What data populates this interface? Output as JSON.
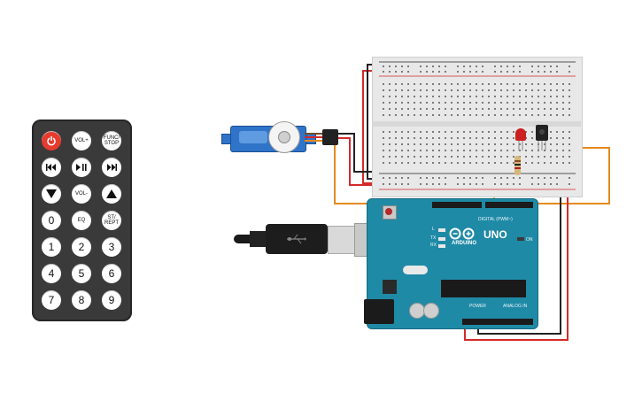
{
  "remote": {
    "buttons": [
      {
        "id": "power",
        "label": ""
      },
      {
        "id": "vol_up",
        "label": "VOL+"
      },
      {
        "id": "func_stop",
        "label": "FUNC/ STOP"
      },
      {
        "id": "rewind",
        "label": ""
      },
      {
        "id": "play_pause",
        "label": ""
      },
      {
        "id": "fast_forward",
        "label": ""
      },
      {
        "id": "down",
        "label": ""
      },
      {
        "id": "vol_down",
        "label": "VOL-"
      },
      {
        "id": "up",
        "label": ""
      },
      {
        "id": "zero",
        "label": "0"
      },
      {
        "id": "eq",
        "label": "EQ"
      },
      {
        "id": "st_rept",
        "label": "ST/ REPT"
      },
      {
        "id": "one",
        "label": "1"
      },
      {
        "id": "two",
        "label": "2"
      },
      {
        "id": "three",
        "label": "3"
      },
      {
        "id": "four",
        "label": "4"
      },
      {
        "id": "five",
        "label": "5"
      },
      {
        "id": "six",
        "label": "6"
      },
      {
        "id": "seven",
        "label": "7"
      },
      {
        "id": "eight",
        "label": "8"
      },
      {
        "id": "nine",
        "label": "9"
      }
    ]
  },
  "arduino": {
    "brand": "ARDUINO",
    "model": "UNO",
    "digital_label": "DIGITAL (PWM~)",
    "power_label": "POWER",
    "analog_label": "ANALOG IN",
    "on_label": "ON",
    "tx_label": "TX",
    "rx_label": "RX",
    "l_label": "L"
  },
  "wire_colors": {
    "red": "#d42a2a",
    "black": "#222222",
    "orange": "#e58a1f",
    "yellow": "#e6c33a",
    "brown": "#7a4a22"
  },
  "icons": {
    "power": "power-icon",
    "rewind": "rewind-icon",
    "play_pause": "play-pause-icon",
    "fast_forward": "fast-forward-icon",
    "down": "down-triangle-icon",
    "up": "up-triangle-icon"
  }
}
